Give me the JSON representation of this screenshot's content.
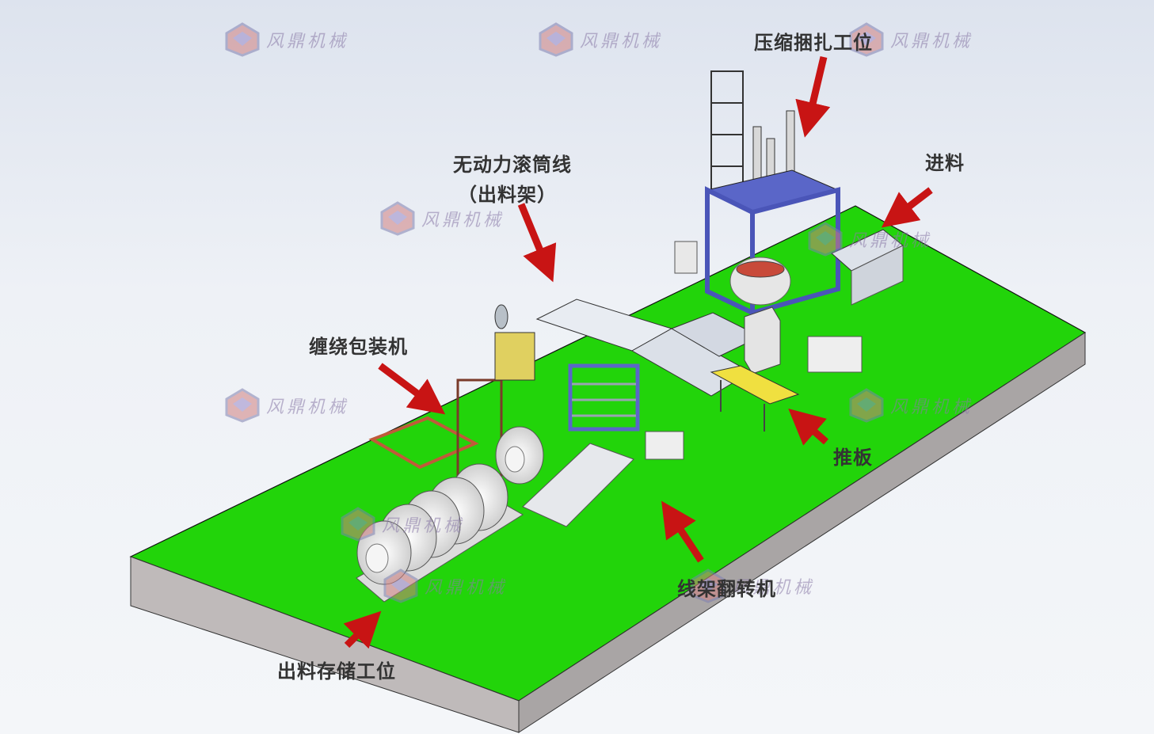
{
  "labels": {
    "compress_station": "压缩捆扎工位",
    "feed": "进料",
    "roller_line": "无动力滚筒线",
    "roller_line_sub": "（出料架）",
    "wrapping_machine": "缠绕包装机",
    "push_plate": "推板",
    "coil_tilter": "线架翻转机",
    "output_storage": "出料存储工位"
  },
  "watermark": {
    "text": "风鼎机械"
  },
  "colors": {
    "floor_top": "#22d40a",
    "floor_front": "#bfbaba",
    "floor_side": "#a9a5a5",
    "frame": "#4a55b8",
    "arrow": "#c81414",
    "label": "#333333"
  }
}
